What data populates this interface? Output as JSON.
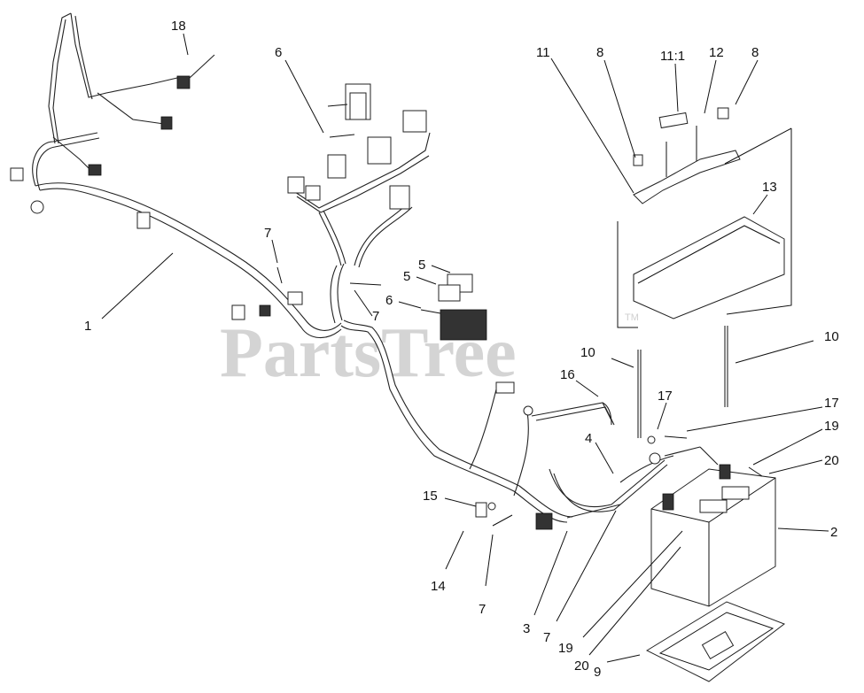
{
  "watermark": {
    "text": "PartsTree",
    "tm": "TM"
  },
  "callouts": [
    {
      "id": "c18",
      "text": "18"
    },
    {
      "id": "c6a",
      "text": "6"
    },
    {
      "id": "c11",
      "text": "11"
    },
    {
      "id": "c8a",
      "text": "8"
    },
    {
      "id": "c111",
      "text": "11:1"
    },
    {
      "id": "c12",
      "text": "12"
    },
    {
      "id": "c8b",
      "text": "8"
    },
    {
      "id": "c13",
      "text": "13"
    },
    {
      "id": "c7a",
      "text": "7"
    },
    {
      "id": "c5a",
      "text": "5"
    },
    {
      "id": "c5b",
      "text": "5"
    },
    {
      "id": "c6b",
      "text": "6"
    },
    {
      "id": "c7b",
      "text": "7"
    },
    {
      "id": "c1",
      "text": "1"
    },
    {
      "id": "c10a",
      "text": "10"
    },
    {
      "id": "c10b",
      "text": "10"
    },
    {
      "id": "c16",
      "text": "16"
    },
    {
      "id": "c17a",
      "text": "17"
    },
    {
      "id": "c17b",
      "text": "17"
    },
    {
      "id": "c19a",
      "text": "19"
    },
    {
      "id": "c4",
      "text": "4"
    },
    {
      "id": "c20a",
      "text": "20"
    },
    {
      "id": "c15",
      "text": "15"
    },
    {
      "id": "c2",
      "text": "2"
    },
    {
      "id": "c14",
      "text": "14"
    },
    {
      "id": "c7c",
      "text": "7"
    },
    {
      "id": "c3",
      "text": "3"
    },
    {
      "id": "c7d",
      "text": "7"
    },
    {
      "id": "c19b",
      "text": "19"
    },
    {
      "id": "c20b",
      "text": "20"
    },
    {
      "id": "c9",
      "text": "9"
    }
  ]
}
